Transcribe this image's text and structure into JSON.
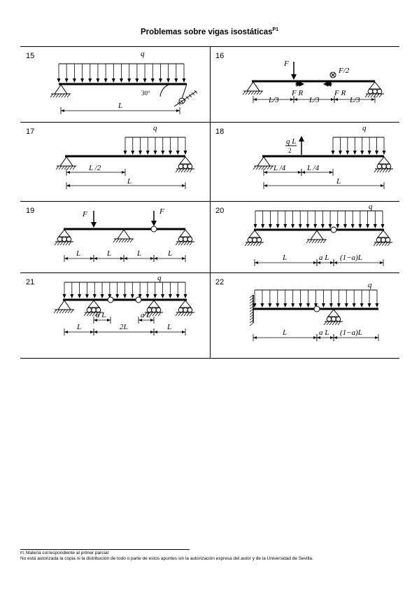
{
  "title": {
    "text": "Problemas sobre vigas isostáticas",
    "sup": "P1"
  },
  "problems": [
    {
      "number": "15",
      "labels": {
        "q": "q",
        "angle": "30°",
        "L": "L"
      }
    },
    {
      "number": "16",
      "labels": {
        "F": "F",
        "F2": "F/2",
        "FR1": "F R",
        "FR2": "F R",
        "L3a": "L/3",
        "L3b": "L/3",
        "L3c": "L/3"
      }
    },
    {
      "number": "17",
      "labels": {
        "q": "q",
        "L2": "L /2",
        "L": "L"
      }
    },
    {
      "number": "18",
      "labels": {
        "qL2": "q L",
        "two": "2",
        "q": "q",
        "L4a": "L /4",
        "L4b": "L /4",
        "L": "L"
      }
    },
    {
      "number": "19",
      "labels": {
        "F1": "F",
        "F2": "F",
        "La": "L",
        "Lb": "L",
        "Lc": "L",
        "Ld": "L"
      }
    },
    {
      "number": "20",
      "labels": {
        "q": "q",
        "L": "L",
        "aL": "a L",
        "rest": "(1−a)L"
      }
    },
    {
      "number": "21",
      "labels": {
        "q": "q",
        "L1": "L",
        "aL1": "a L",
        "twoL": "2L",
        "aL2": "a L",
        "L2": "L"
      }
    },
    {
      "number": "22",
      "labels": {
        "q": "q",
        "L": "L",
        "aL": "a L",
        "rest": "(1−a)L"
      }
    }
  ],
  "footnote": {
    "sup": "P1",
    "line1": "Materia correspondiente al primer parcial",
    "line2": "No está autorizada la copia ni la distribución de todo o parte de estos apuntes sin la autorización expresa del autor y de la Universidad de Sevilla."
  }
}
